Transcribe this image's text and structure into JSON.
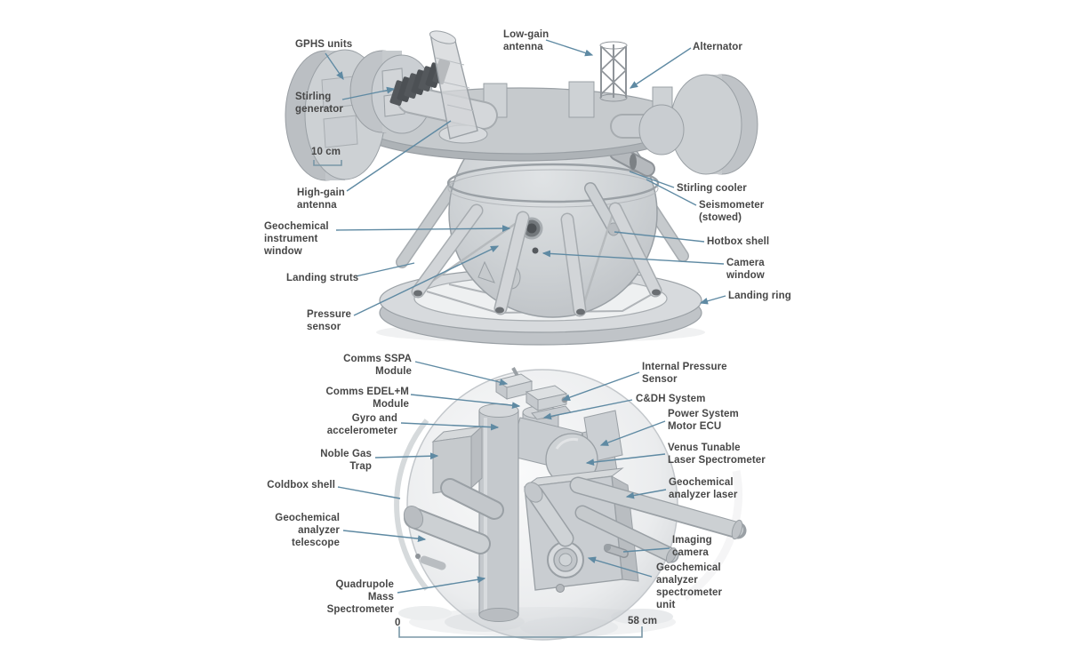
{
  "figure": {
    "title_implicit": "Venus lander cutaway diagram",
    "background_color": "#ffffff",
    "text_color": "#474747",
    "leader_line_color": "#5f8aa3",
    "model_fill_color": "#c9cdd1",
    "model_stroke_color": "#9aa0a5"
  },
  "exterior": {
    "scale_label": "10 cm",
    "labels": {
      "gphs_units": "GPHS units",
      "stirling_generator": "Stirling\ngenerator",
      "high_gain_antenna": "High-gain\nantenna",
      "geochemical_instrument_window": "Geochemical\ninstrument\nwindow",
      "landing_struts": "Landing struts",
      "pressure_sensor": "Pressure\nsensor",
      "low_gain_antenna": "Low-gain\nantenna",
      "alternator": "Alternator",
      "stirling_cooler": "Stirling cooler",
      "seismometer": "Seismometer\n(stowed)",
      "hotbox_shell": "Hotbox shell",
      "camera_window": "Camera\nwindow",
      "landing_ring": "Landing ring"
    }
  },
  "interior": {
    "scale_start": "0",
    "scale_end": "58 cm",
    "labels": {
      "comms_sspa_module": "Comms SSPA\nModule",
      "comms_edel_m_module": "Comms EDEL+M\nModule",
      "gyro_accelerometer": "Gyro and\naccelerometer",
      "noble_gas_trap": "Noble Gas\nTrap",
      "coldbox_shell": "Coldbox shell",
      "geochemical_analyzer_telescope": "Geochemical\nanalyzer\ntelescope",
      "quadrupole_mass_spectrometer": "Quadrupole\nMass\nSpectrometer",
      "internal_pressure_sensor": "Internal Pressure\nSensor",
      "cdh_system": "C&DH System",
      "power_system_motor_ecu": "Power System\nMotor ECU",
      "venus_tunable_laser_spectrometer": "Venus Tunable\nLaser Spectrometer",
      "geochemical_analyzer_laser": "Geochemical\nanalyzer laser",
      "imaging_camera": "Imaging\ncamera",
      "geochemical_analyzer_spectrometer_unit": "Geochemical\nanalyzer\nspectrometer\nunit"
    }
  }
}
